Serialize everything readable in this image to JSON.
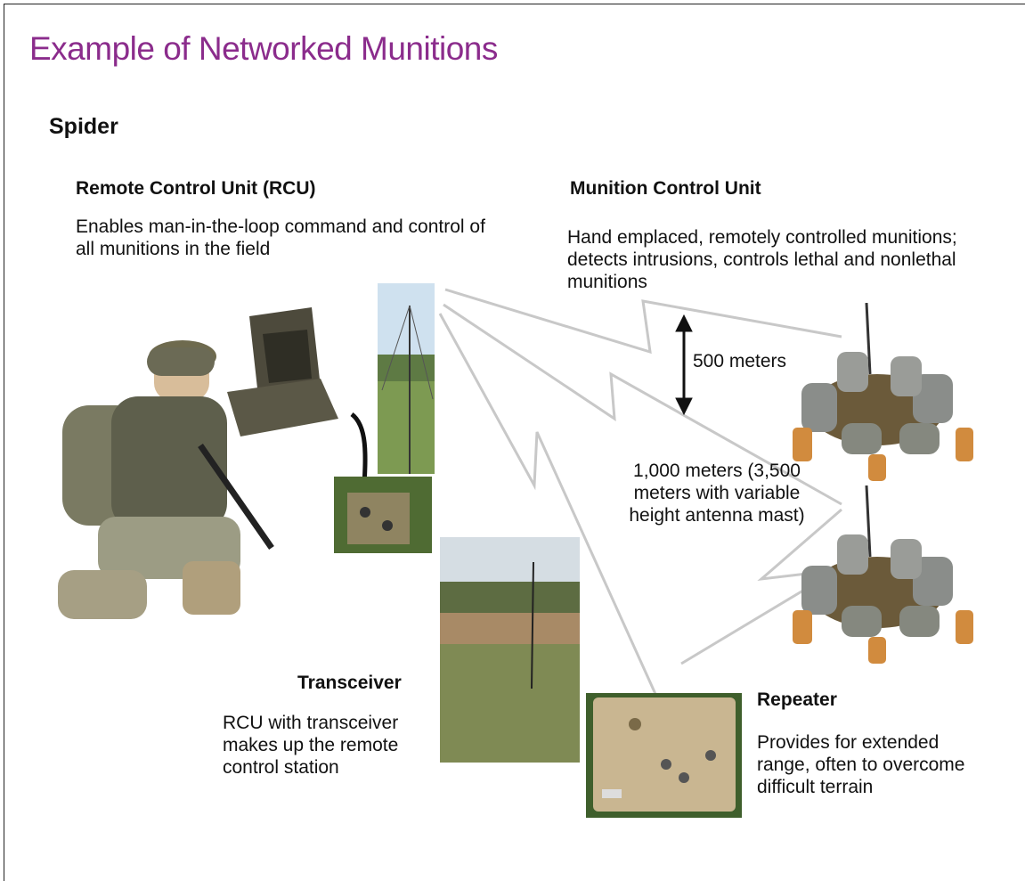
{
  "slide": {
    "title": "Example of Networked Munitions",
    "subtitle": "Spider"
  },
  "rcu": {
    "heading": "Remote Control Unit (RCU)",
    "description": "Enables man-in-the-loop command and control of all munitions in the field"
  },
  "mcu": {
    "heading": "Munition Control Unit",
    "description": "Hand emplaced, remotely controlled munitions; detects intrusions, controls lethal and nonlethal munitions"
  },
  "ranges": {
    "short": "500 meters",
    "long": "1,000 meters (3,500 meters with variable height antenna mast)"
  },
  "transceiver": {
    "heading": "Transceiver",
    "description": "RCU with transceiver makes up the remote control station"
  },
  "repeater": {
    "heading": "Repeater",
    "description": "Provides for extended range, often to overcome difficult terrain"
  },
  "colors": {
    "title": "#8b2c8c",
    "link_lines": "#c8c8c8"
  }
}
